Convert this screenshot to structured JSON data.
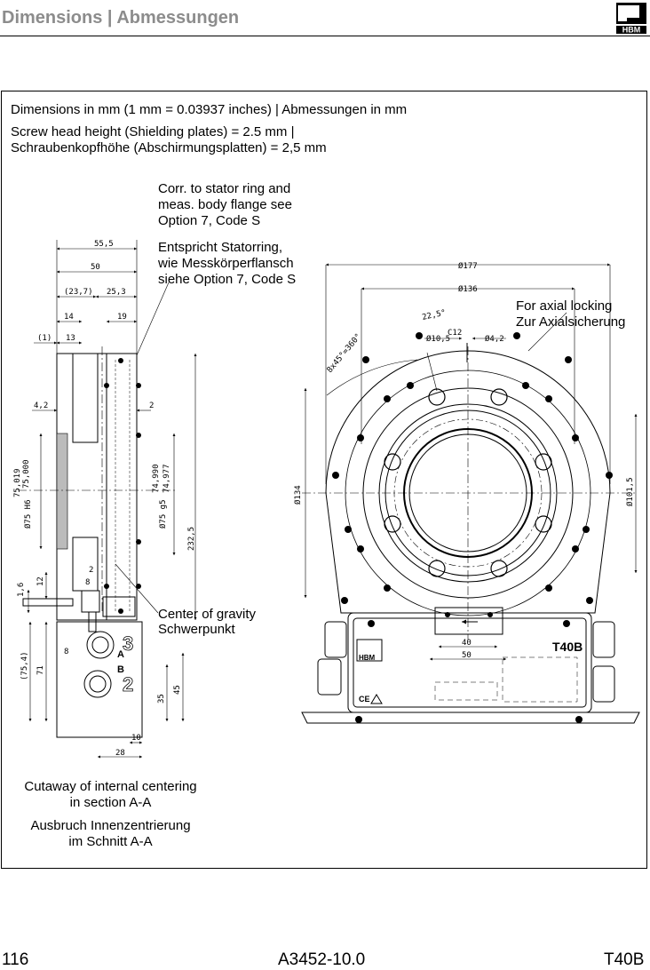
{
  "header": {
    "title": "Dimensions | Abmessungen",
    "logo_text": "HBM"
  },
  "notes": {
    "units": "Dimensions in mm (1 mm = 0.03937 inches) | Abmessungen in mm",
    "screw_line1": "Screw head height (Shielding plates) = 2.5 mm |",
    "screw_line2": "Schraubenkopfhöhe (Abschirmungsplatten) = 2,5 mm",
    "corr_line1": "Corr. to stator ring and",
    "corr_line2": "meas. body flange see",
    "corr_line3": "Option 7, Code S",
    "ent_line1": "Entspricht Statorring,",
    "ent_line2": "wie Messkörperflansch",
    "ent_line3": "siehe Option 7, Code S",
    "axial_en": "For axial locking",
    "axial_de": "Zur Axialsicherung",
    "cog_en": "Center of gravity",
    "cog_de": "Schwerpunkt",
    "cut_en1": "Cutaway of internal centering",
    "cut_en2": "in section A-A",
    "cut_de1": "Ausbruch Innenzentrierung",
    "cut_de2": "im Schnitt A-A"
  },
  "dims": {
    "d555": "55,5",
    "d50": "50",
    "d237": "(23,7)",
    "d253": "25,3",
    "d14": "14",
    "d19": "19",
    "d1": "(1)",
    "d13": "13",
    "d42": "4,2",
    "d2": "2",
    "d75h6": "Ø75 H6",
    "d75h6_tol1": "75,019",
    "d75h6_tol2": "75,000",
    "d75g5": "Ø75 g5",
    "d75g5_tol1": "74,990",
    "d75g5_tol2": "74,977",
    "d2325": "232,5",
    "d2b": "2",
    "d8": "8",
    "d16": "1,6",
    "d12": "12",
    "d754": "(75,4)",
    "d71": "71",
    "d8b": "8",
    "d35": "35",
    "d45": "45",
    "d10": "10",
    "d28": "28",
    "r177": "Ø177",
    "r136": "Ø136",
    "r225": "22,5°",
    "r105": "Ø10,5",
    "rc12": "C12",
    "r42": "Ø4,2",
    "rangle": "8x45°=360°",
    "r134": "Ø134",
    "r1015": "Ø101,5",
    "r40": "40",
    "r50": "50",
    "label_a": "A",
    "label_b": "B",
    "label_3": "3",
    "label_2": "2",
    "plate_t40b": "T40B",
    "plate_hbm": "HBM",
    "plate_ce": "CE"
  },
  "footer": {
    "page": "116",
    "doc": "A3452-10.0",
    "product": "T40B"
  }
}
